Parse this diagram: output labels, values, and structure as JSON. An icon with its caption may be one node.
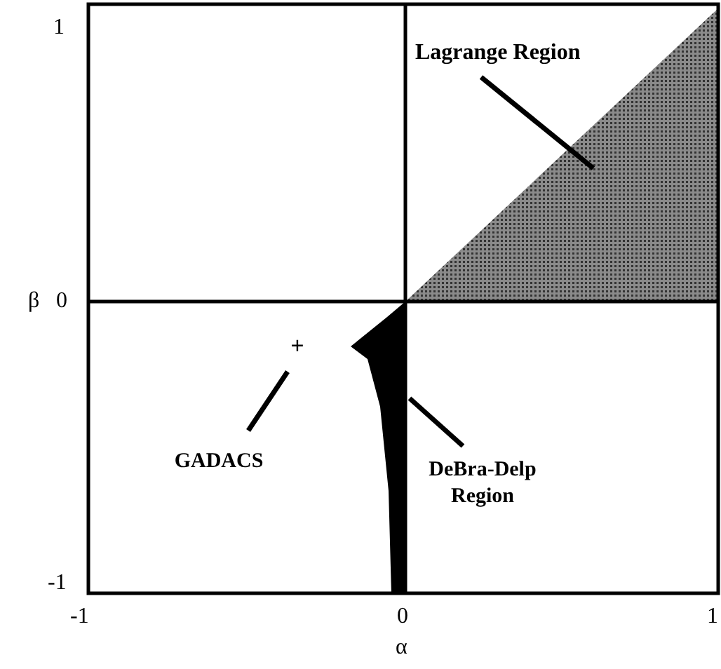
{
  "diagram": {
    "nodes": [
      {
        "text": [
          "Lagrange Region"
        ]
      },
      {
        "text": [],
        "shape": "triangle"
      },
      {
        "text": [
          "DeBra-Delp Region"
        ]
      },
      {
        "text": [],
        "shape": "region"
      },
      {
        "text": [
          "GADACS"
        ]
      },
      {
        "text": [
          "+"
        ]
      }
    ],
    "edges": [
      {
        "from": 0,
        "to": 1,
        "arrow": "none"
      },
      {
        "from": 2,
        "to": 3,
        "arrow": "none"
      },
      {
        "from": 4,
        "to": 5,
        "arrow": "none"
      }
    ],
    "labels": [
      "1",
      "β",
      "0",
      "-1",
      "-1",
      "0",
      "1",
      "α"
    ]
  }
}
